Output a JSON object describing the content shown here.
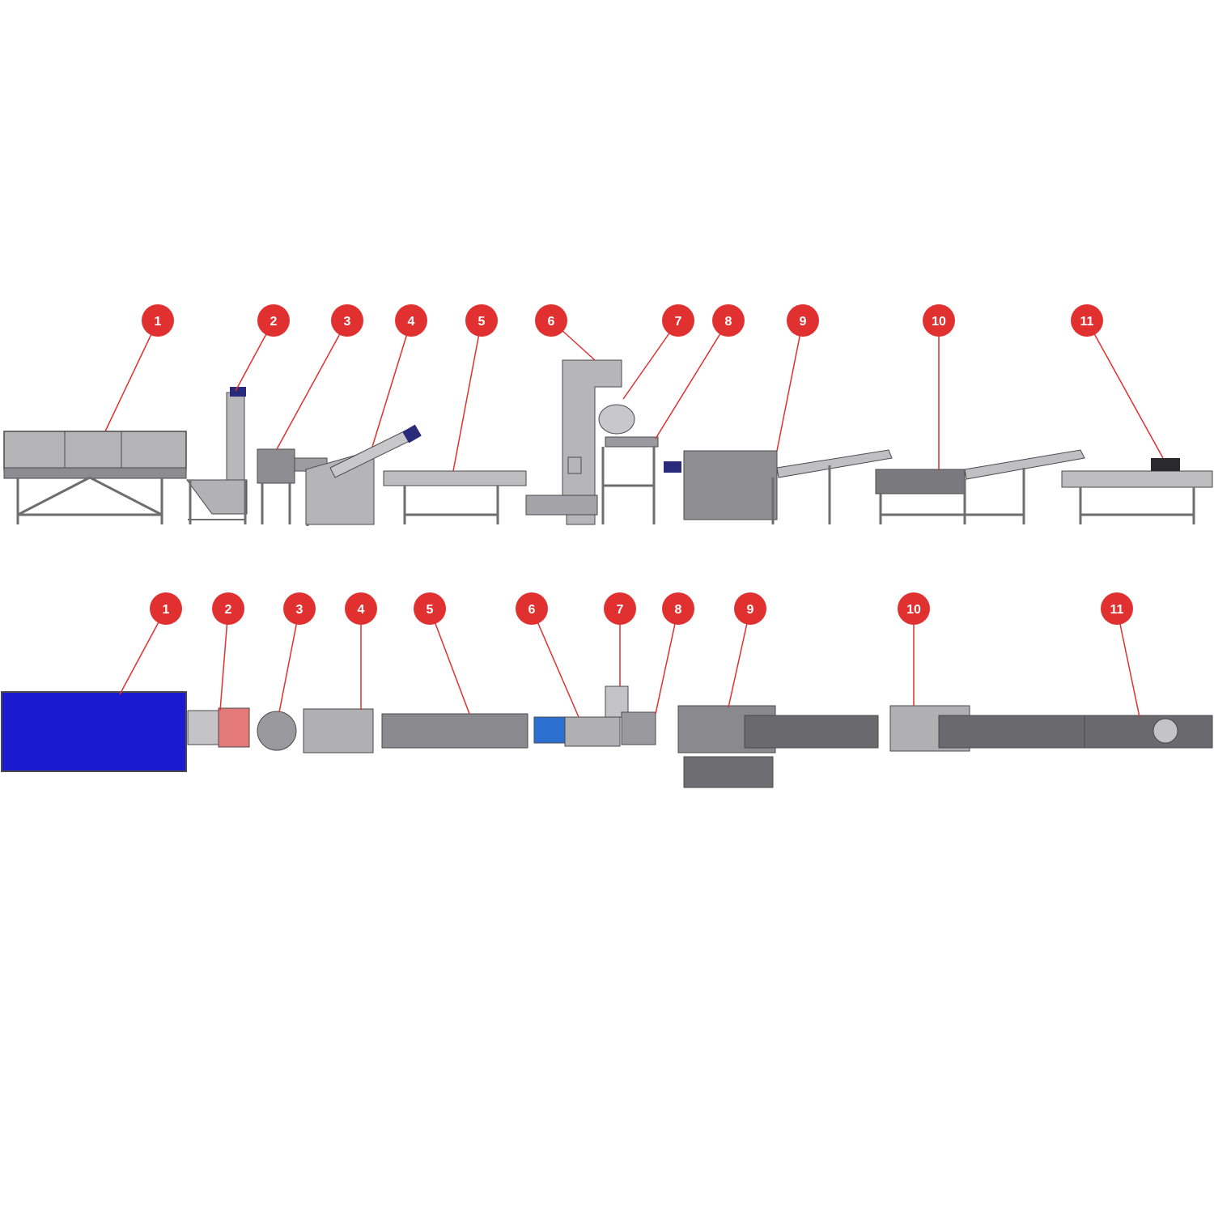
{
  "colors": {
    "badge": "#e03030",
    "leader": "#e03030",
    "steel": "#a9a9ac",
    "steel_dark": "#7c7c80",
    "steel_light": "#cfcfd2",
    "outline": "#4a4a4e",
    "motor": "#2a2a7a",
    "blue_bin": "#1a1ad0",
    "red_accent": "#d84040"
  },
  "side_view": {
    "markers": [
      "1",
      "2",
      "3",
      "4",
      "5",
      "6",
      "7",
      "8",
      "9",
      "10",
      "11"
    ]
  },
  "top_view": {
    "markers": [
      "1",
      "2",
      "3",
      "4",
      "5",
      "6",
      "7",
      "8",
      "9",
      "10",
      "11"
    ]
  }
}
